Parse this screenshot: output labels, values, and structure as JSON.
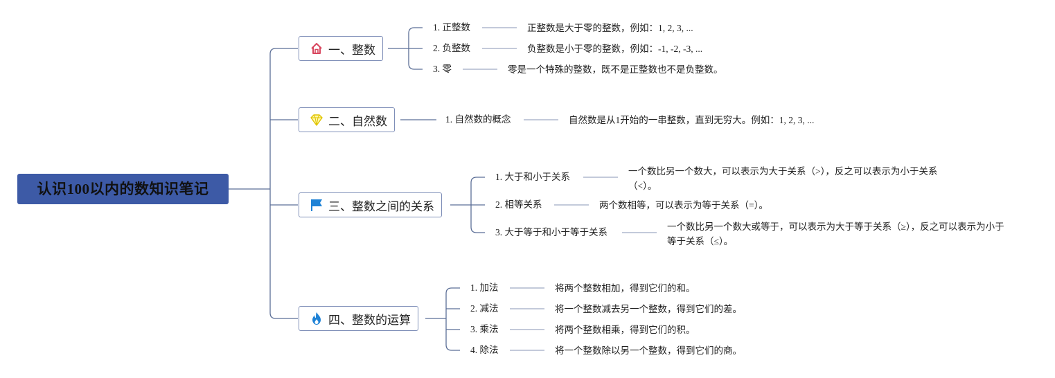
{
  "root": {
    "title": "认识100以内的数知识笔记"
  },
  "topics": [
    {
      "label": "一、整数",
      "icon": "house-icon",
      "children": [
        {
          "label": "1. 正整数",
          "desc": "正整数是大于零的整数，例如：1, 2, 3, ..."
        },
        {
          "label": "2. 负整数",
          "desc": "负整数是小于零的整数，例如：-1, -2, -3, ..."
        },
        {
          "label": "3. 零",
          "desc": "零是一个特殊的整数，既不是正整数也不是负整数。"
        }
      ]
    },
    {
      "label": "二、自然数",
      "icon": "diamond-icon",
      "children": [
        {
          "label": "1. 自然数的概念",
          "desc": "自然数是从1开始的一串整数，直到无穷大。例如：1, 2, 3, ..."
        }
      ]
    },
    {
      "label": "三、整数之间的关系",
      "icon": "flag-icon",
      "children": [
        {
          "label": "1. 大于和小于关系",
          "desc": "一个数比另一个数大，可以表示为大于关系（>），反之可以表示为小于关系（<）。"
        },
        {
          "label": "2. 相等关系",
          "desc": "两个数相等，可以表示为等于关系（=）。"
        },
        {
          "label": "3. 大于等于和小于等于关系",
          "desc": "一个数比另一个数大或等于，可以表示为大于等于关系（≥），反之可以表示为小于等于关系（≤）。"
        }
      ]
    },
    {
      "label": "四、整数的运算",
      "icon": "fire-icon",
      "children": [
        {
          "label": "1. 加法",
          "desc": "将两个整数相加，得到它们的和。"
        },
        {
          "label": "2. 减法",
          "desc": "将一个整数减去另一个整数，得到它们的差。"
        },
        {
          "label": "3. 乘法",
          "desc": "将两个整数相乘，得到它们的积。"
        },
        {
          "label": "4. 除法",
          "desc": "将一个整数除以另一个整数，得到它们的商。"
        }
      ]
    }
  ],
  "colors": {
    "root_fill": "#3d5aa6",
    "line": "#5b6e96",
    "topic_border": "#7f8fb8"
  }
}
